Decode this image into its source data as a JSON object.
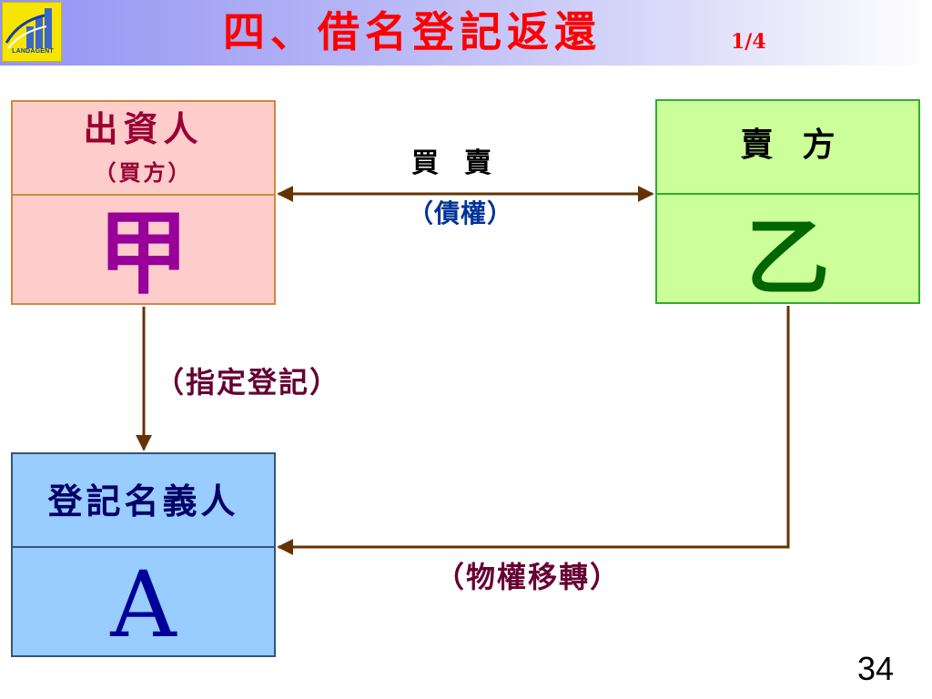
{
  "header": {
    "logo_text": "LANDAGENT",
    "title": "四、借名登記返還",
    "page_fraction": "1/4"
  },
  "boxes": {
    "funder": {
      "role": "出資人",
      "subrole": "（買方）",
      "letter": "甲"
    },
    "seller": {
      "role": "賣方",
      "letter": "乙"
    },
    "nominee": {
      "role": "登記名義人",
      "letter": "A"
    }
  },
  "labels": {
    "trade": "買賣",
    "claim": "（債權）",
    "designated": "（指定登記）",
    "transfer": "（物權移轉）"
  },
  "slide_number": "34",
  "colors": {
    "title": "#ff0000",
    "arrow": "#663300",
    "funder_fill": "#ffcccc",
    "seller_fill": "#ccff99",
    "nominee_fill": "#99ccff"
  }
}
